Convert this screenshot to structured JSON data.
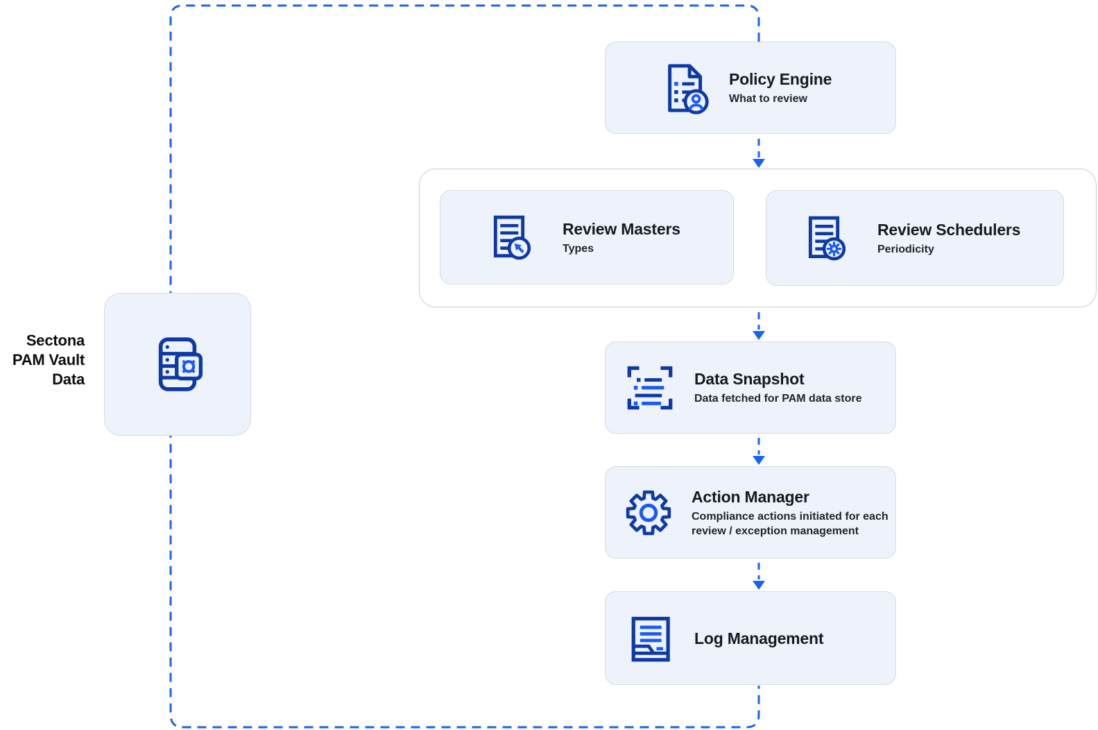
{
  "diagram": {
    "source": {
      "label_line1": "Sectona",
      "label_line2": "PAM Vault",
      "label_line3": "Data",
      "icon": "vault-server-icon"
    },
    "nodes": {
      "policy_engine": {
        "title": "Policy Engine",
        "subtitle": "What to review",
        "icon": "document-user-icon"
      },
      "review_masters": {
        "title": "Review Masters",
        "subtitle": "Types",
        "icon": "document-arrow-icon"
      },
      "review_schedulers": {
        "title": "Review Schedulers",
        "subtitle": "Periodicity",
        "icon": "document-gear-icon"
      },
      "data_snapshot": {
        "title": "Data Snapshot",
        "subtitle": "Data fetched for PAM data store",
        "icon": "scan-list-icon"
      },
      "action_manager": {
        "title": "Action Manager",
        "subtitle": "Compliance actions initiated for each review / exception management",
        "icon": "gear-icon"
      },
      "log_management": {
        "title": "Log Management",
        "icon": "log-document-icon"
      }
    },
    "connections": [
      {
        "from": "policy_engine",
        "to": "review_masters_and_schedulers",
        "style": "dashed-arrow"
      },
      {
        "from": "review_masters_and_schedulers",
        "to": "data_snapshot",
        "style": "dashed-arrow"
      },
      {
        "from": "data_snapshot",
        "to": "action_manager",
        "style": "dashed-arrow"
      },
      {
        "from": "action_manager",
        "to": "log_management",
        "style": "dashed-arrow"
      },
      {
        "from": "log_management",
        "to": "policy_engine",
        "style": "dashed-loop-through-sectona-pam-vault-data"
      }
    ],
    "colors": {
      "connector_blue": "#1565f0",
      "icon_navy": "#0d3aa4",
      "icon_bright_blue": "#1b5af5",
      "card_fill": "#eef2fb",
      "container_border": "#c8cbd4"
    }
  }
}
